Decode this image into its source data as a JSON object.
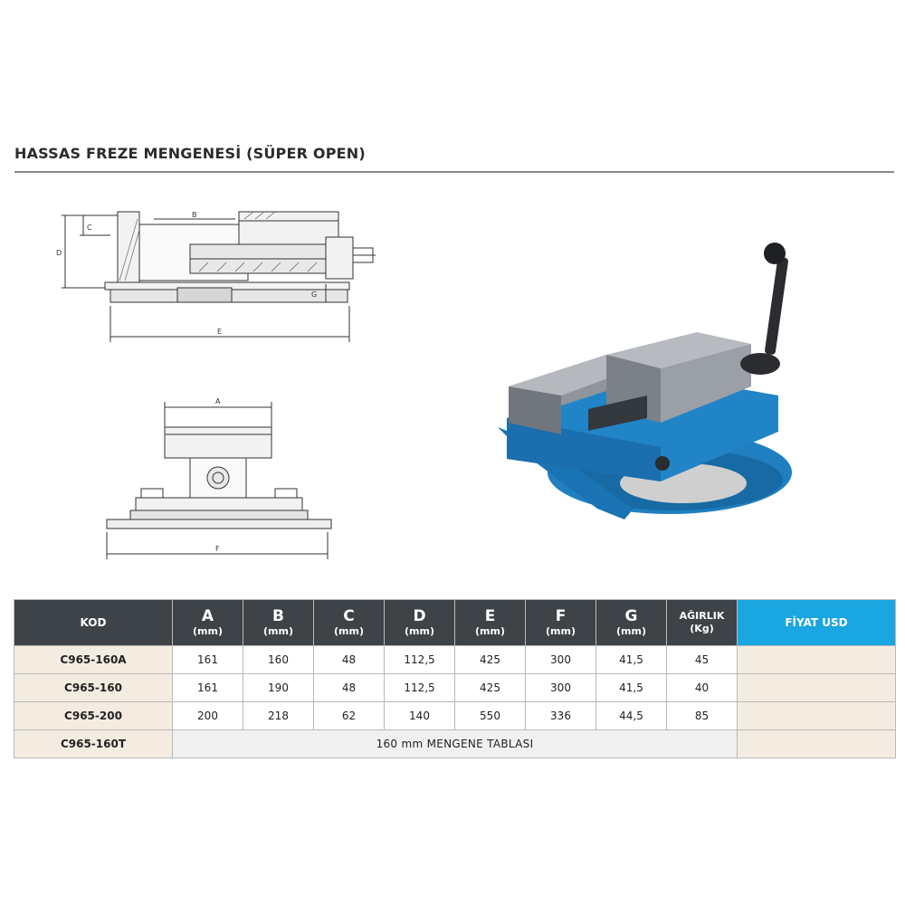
{
  "page": {
    "title": "HASSAS FREZE MENGENESİ (SÜPER OPEN)"
  },
  "drawing": {
    "dim_labels": [
      "A",
      "B",
      "C",
      "D",
      "E",
      "F",
      "G"
    ]
  },
  "table": {
    "headers": {
      "kod": "KOD",
      "a": "A",
      "b": "B",
      "c": "C",
      "d": "D",
      "e": "E",
      "f": "F",
      "g": "G",
      "unit_mm": "(mm)",
      "weight": "AĞIRLIK",
      "weight_unit": "(Kg)",
      "price": "FİYAT USD"
    },
    "rows": [
      {
        "code": "C965-160A",
        "a": "161",
        "b": "160",
        "c": "48",
        "d": "112,5",
        "e": "425",
        "f": "300",
        "g": "41,5",
        "weight": "45",
        "price": ""
      },
      {
        "code": "C965-160",
        "a": "161",
        "b": "190",
        "c": "48",
        "d": "112,5",
        "e": "425",
        "f": "300",
        "g": "41,5",
        "weight": "40",
        "price": ""
      },
      {
        "code": "C965-200",
        "a": "200",
        "b": "218",
        "c": "62",
        "d": "140",
        "e": "550",
        "f": "336",
        "g": "44,5",
        "weight": "85",
        "price": ""
      }
    ],
    "last_row": {
      "code": "C965-160T",
      "description": "160 mm MENGENE TABLASI",
      "price": ""
    }
  },
  "colors": {
    "header_bg": "#3e4347",
    "price_header_bg": "#1aa6e0",
    "code_cell_bg": "#f5ece1",
    "vise_body": "#1f7fc0"
  }
}
